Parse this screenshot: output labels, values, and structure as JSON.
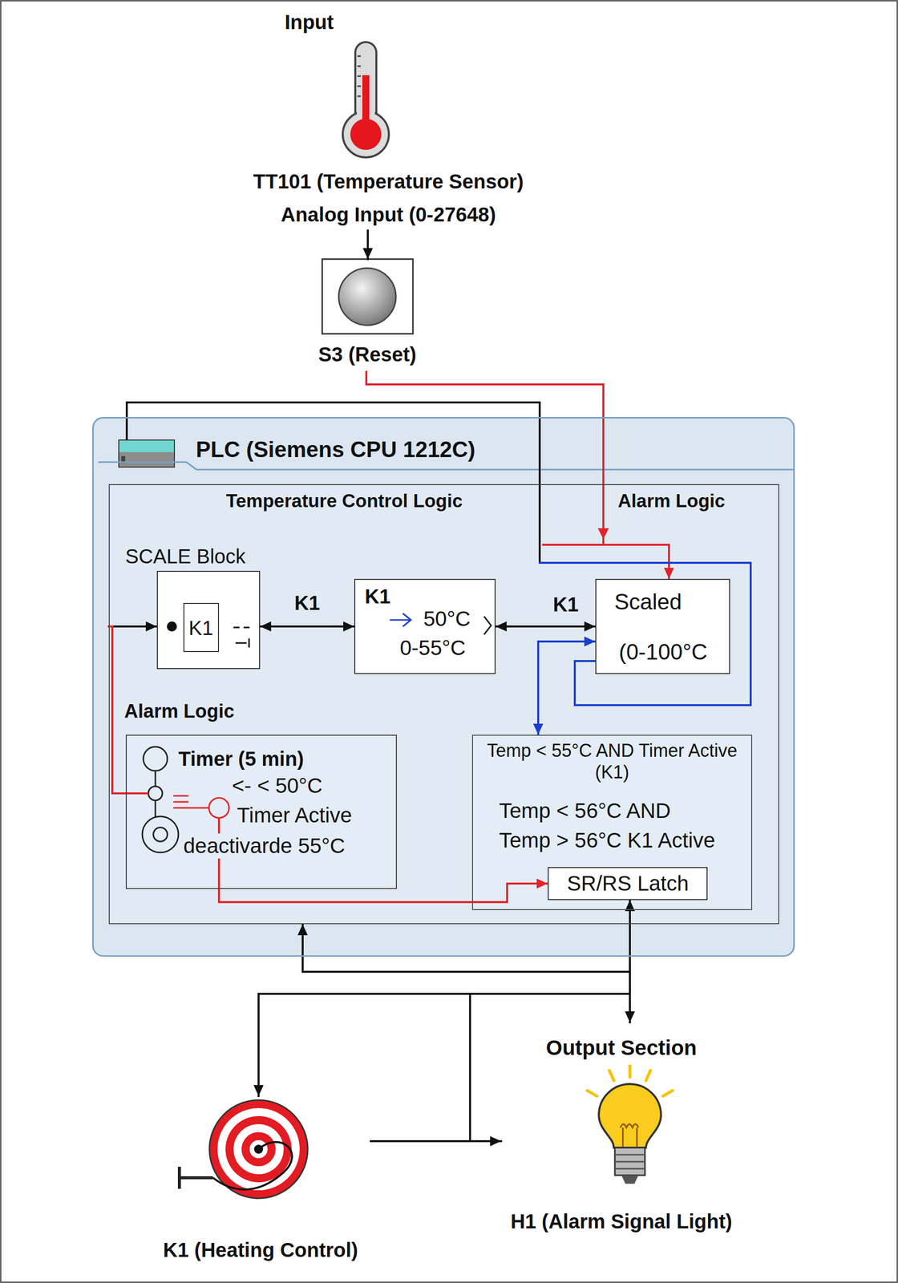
{
  "diagram": {
    "nodes": [
      {
        "text": [
          "TT101 (Temperature Sensor)",
          "Analog Input (0-27648)"
        ]
      },
      {
        "text": [
          "S3 (Reset)"
        ]
      },
      {
        "text": [
          "PLC (Siemens CPU 1212C)"
        ]
      },
      {
        "text": [
          "Temperature Control Logic",
          "Alarm Logic"
        ],
        "in": 2
      },
      {
        "text": [
          "SCALE Block"
        ],
        "in": 3
      },
      {
        "text": [
          "K1"
        ],
        "in": 4
      },
      {
        "text": [
          "K1",
          "50°C",
          "0-55°C"
        ],
        "in": 3
      },
      {
        "text": [
          "Scaled",
          "(0-100°C"
        ],
        "in": 3
      },
      {
        "text": [
          "Alarm Logic",
          "Timer (5 min)",
          "<- < 50°C",
          "Timer Active",
          "deactivarde 55°C"
        ],
        "in": 3
      },
      {
        "text": [
          "Temp < 55°C AND Timer Active (K1)",
          "Temp < 56°C AND Temp > 56°C K1 Active"
        ],
        "in": 3
      },
      {
        "text": [
          "SR/RS Latch"
        ],
        "in": 9
      },
      {
        "text": [
          "K1 (Heating Control)"
        ]
      },
      {
        "text": [
          "Output Section",
          "H1 (Alarm Signal Light)"
        ]
      }
    ],
    "edges": [
      {
        "from": 0,
        "to": 1,
        "arrow": "to"
      },
      {
        "from": 1,
        "to": 7,
        "arrow": "to"
      },
      {
        "from": 2,
        "to": 7,
        "arrow": "none"
      },
      {
        "from": 7,
        "to": 9,
        "arrow": "both"
      },
      {
        "from": 3,
        "to": 4,
        "arrow": "to"
      },
      {
        "from": 3,
        "to": 8,
        "arrow": "none"
      },
      {
        "from": 4,
        "to": 6,
        "label": "K1",
        "arrow": "both"
      },
      {
        "from": 6,
        "to": 7,
        "label": "K1",
        "arrow": "both"
      },
      {
        "from": 8,
        "to": 10,
        "arrow": "to"
      },
      {
        "from": 10,
        "to": 12,
        "arrow": "both"
      },
      {
        "from": 10,
        "to": 3,
        "arrow": "to"
      },
      {
        "from": 10,
        "to": 11,
        "arrow": "to"
      },
      {
        "from": 11,
        "to": 12,
        "arrow": "to"
      }
    ],
    "labels": [
      "Input"
    ]
  }
}
